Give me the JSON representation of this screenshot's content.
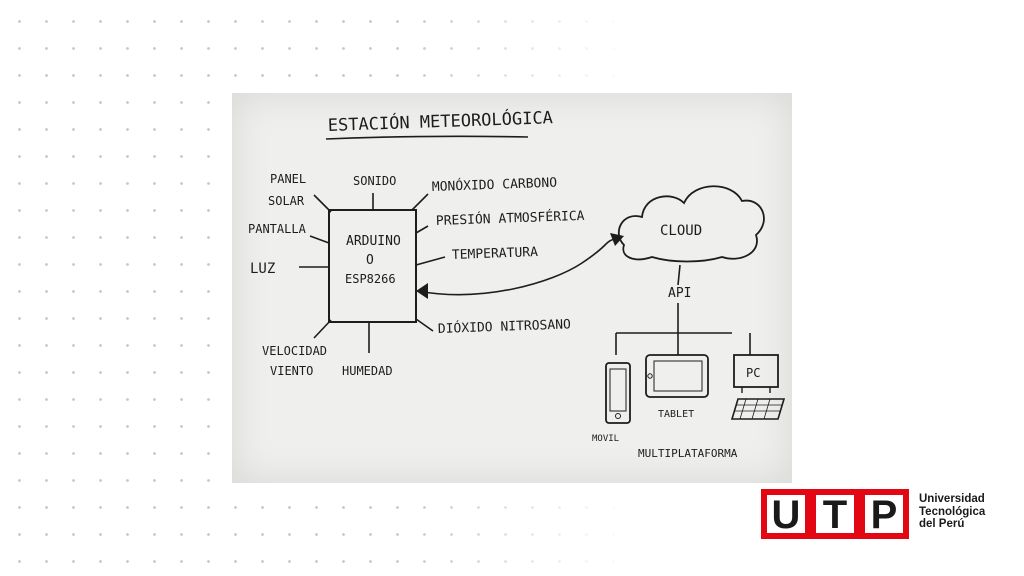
{
  "diagram": {
    "title": "ESTACIÓN METEOROLÓGICA",
    "controller": [
      "ARDUINO",
      "O",
      "ESP8266"
    ],
    "sensors_left": {
      "panel_solar": [
        "PANEL",
        "SOLAR"
      ],
      "pantalla": "PANTALLA",
      "luz": "LUZ",
      "velocidad_viento": [
        "VELOCIDAD",
        "VIENTO"
      ]
    },
    "sensors_top": {
      "sonido": "SONIDO"
    },
    "sensors_right": {
      "monoxido": "MONÓXIDO CARBONO",
      "presion": "PRESIÓN ATMOSFÉRICA",
      "temperatura": "TEMPERATURA",
      "dioxido": "DIÓXIDO NITROSANO"
    },
    "sensors_bottom": {
      "humedad": "HUMEDAD"
    },
    "cloud": "CLOUD",
    "api": "API",
    "devices": {
      "movil": "MOVIL",
      "tablet": "TABLET",
      "pc": "PC"
    },
    "platform": "MULTIPLATAFORMA"
  },
  "brand": {
    "logo_letters": [
      "U",
      "T",
      "P"
    ],
    "name_lines": [
      "Universidad",
      "Tecnológica",
      "del Perú"
    ],
    "color": "#e30613"
  }
}
